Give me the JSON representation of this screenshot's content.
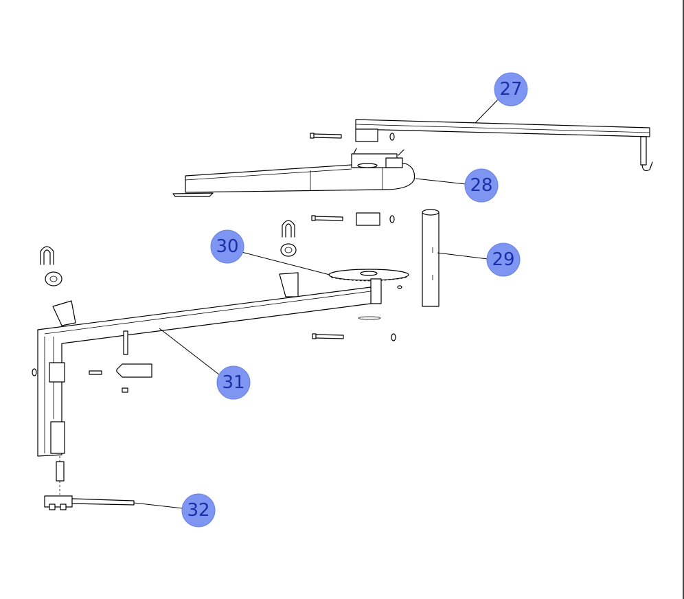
{
  "callouts": [
    {
      "id": "c27",
      "label": "27"
    },
    {
      "id": "c28",
      "label": "28"
    },
    {
      "id": "c29",
      "label": "29"
    },
    {
      "id": "c30",
      "label": "30"
    },
    {
      "id": "c31",
      "label": "31"
    },
    {
      "id": "c32",
      "label": "32"
    }
  ],
  "colors": {
    "bubble_fill": "#7f95f2",
    "bubble_text": "#1a2fa8",
    "line": "#000000",
    "background": "#ffffff"
  }
}
